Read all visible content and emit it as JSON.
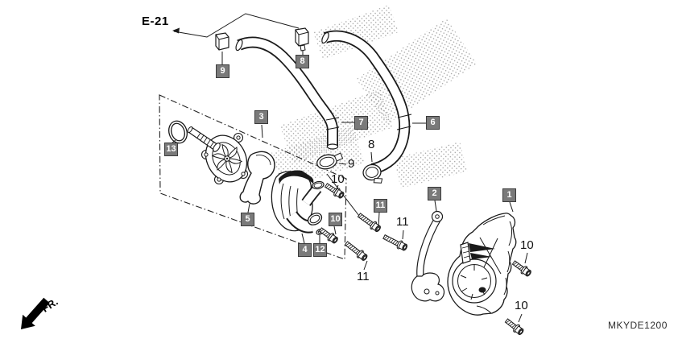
{
  "diagram": {
    "engine_ref_label": "E-21",
    "direction_label": "FR.",
    "diagram_code": "MKYDE1200"
  },
  "callouts": {
    "c1": "1",
    "c2": "2",
    "c3": "3",
    "c4": "4",
    "c5": "5",
    "c6": "6",
    "c7": "7",
    "c8": "8",
    "c9": "9",
    "c10": "10",
    "c11": "11",
    "c12": "12",
    "c13": "13"
  },
  "part_labels": {
    "clamp_8": "8",
    "clamp_9": "9",
    "bolt_10_pump": "10",
    "bolt_11_mid": "11",
    "bolt_11_lower": "11",
    "bolt_10_cover_upper": "10",
    "bolt_10_cover_lower": "10"
  },
  "colors": {
    "line": "#1a1a1a",
    "callout_bg": "#7a7a7a",
    "callout_text": "#ffffff",
    "stipple": "#9a9a9a",
    "background": "#ffffff"
  }
}
